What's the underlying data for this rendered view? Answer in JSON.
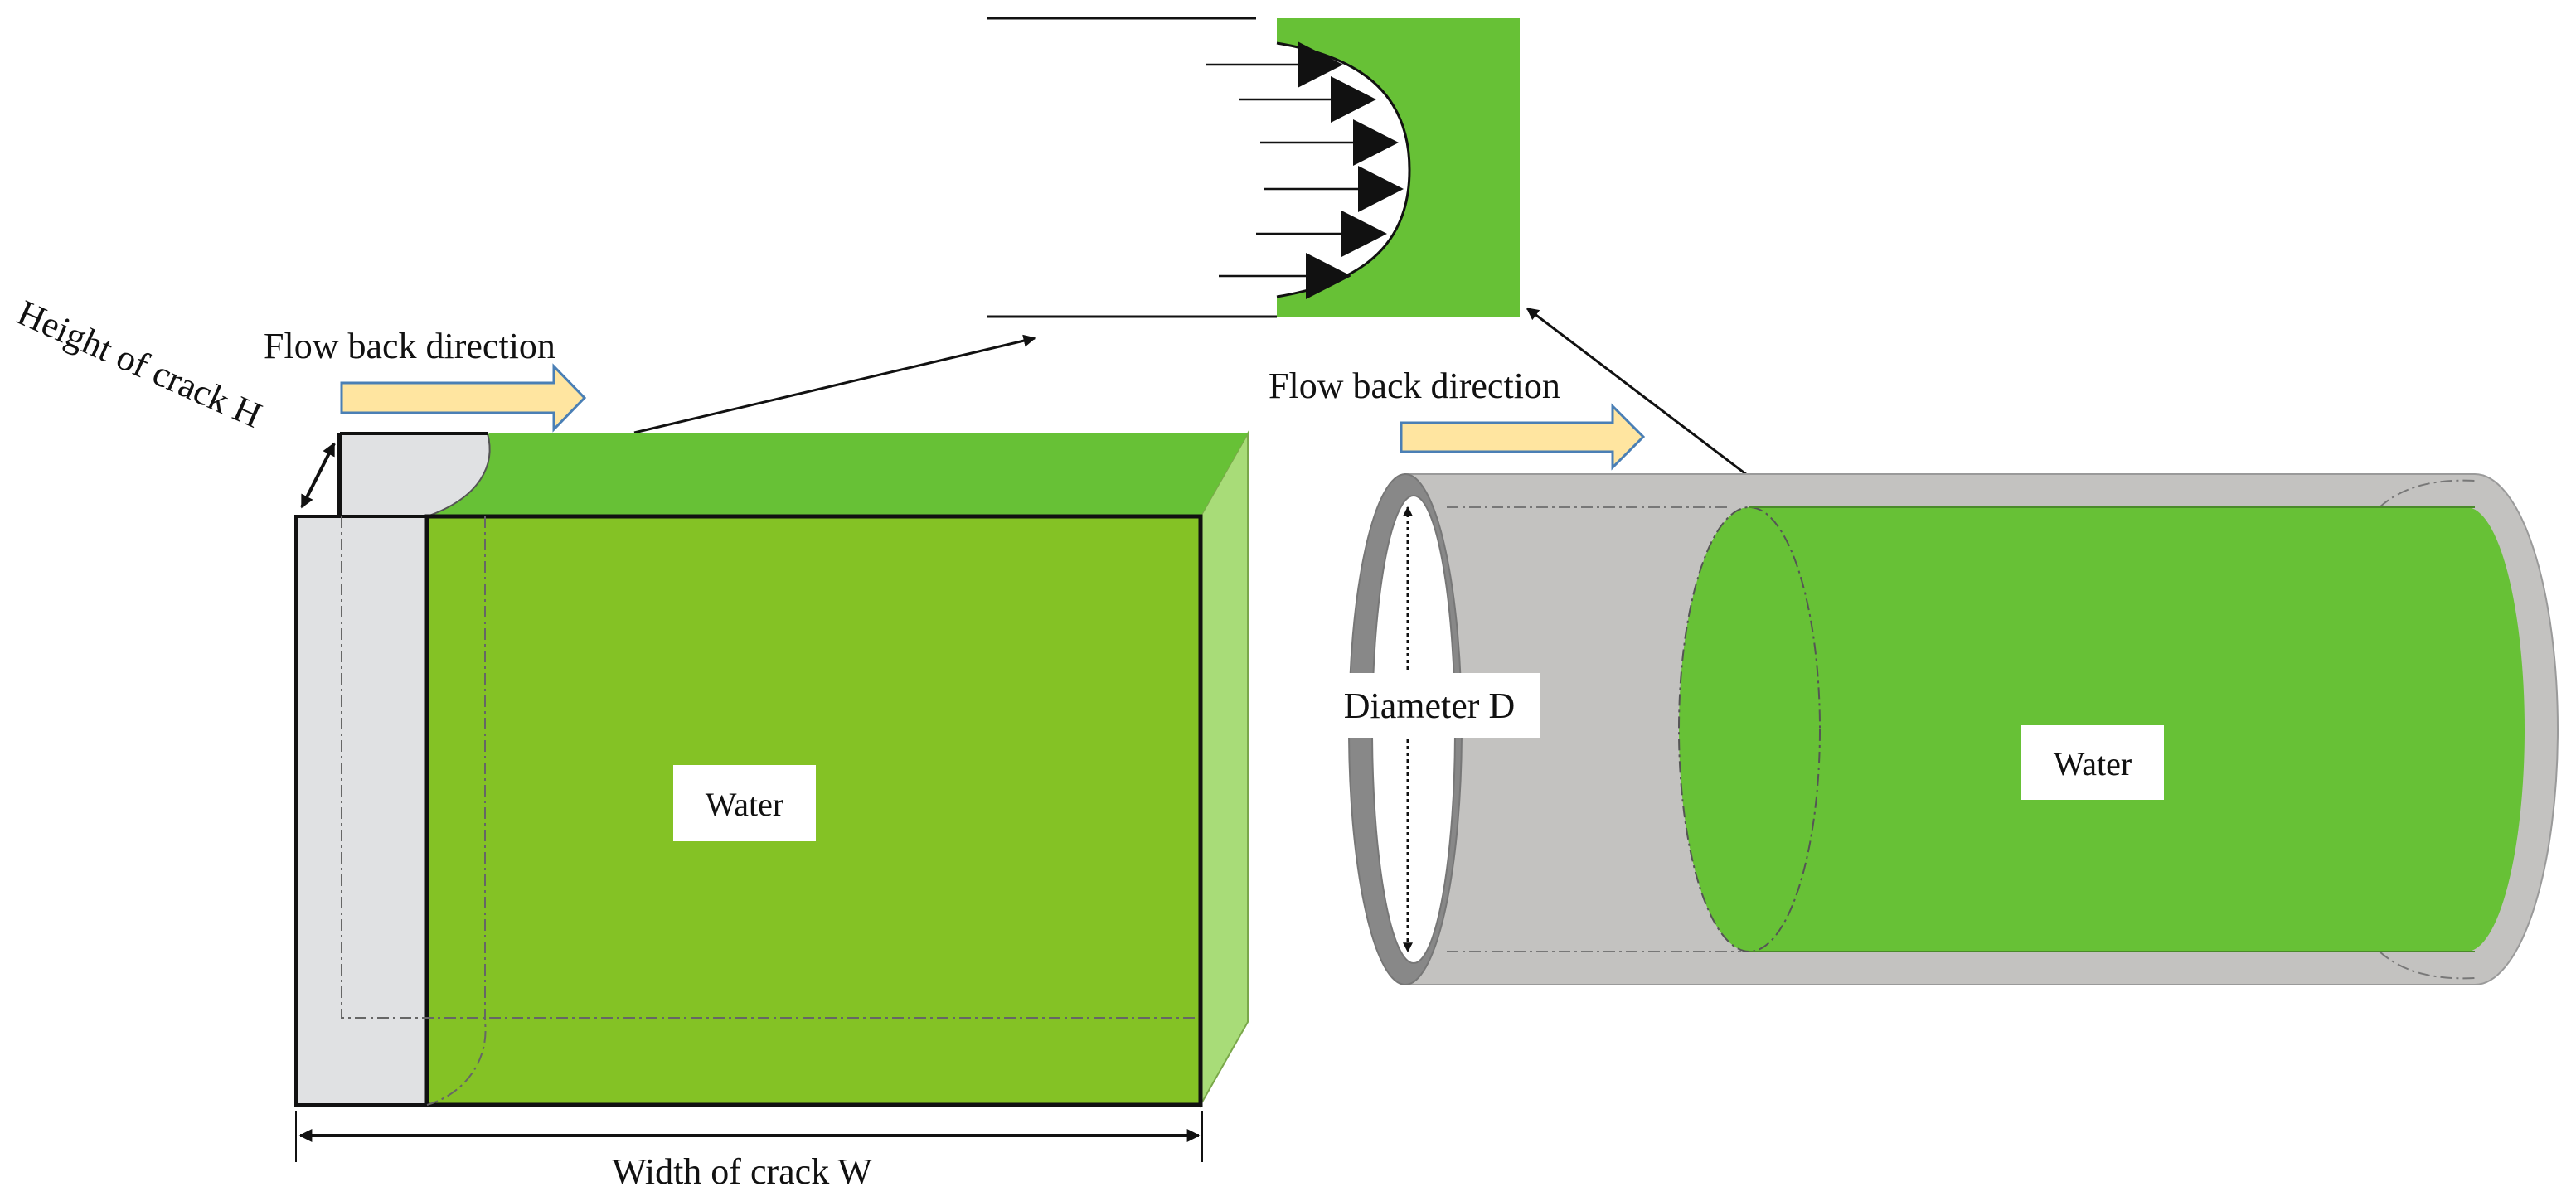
{
  "labels": {
    "flow_left": "Flow back direction",
    "flow_right": "Flow back direction",
    "height": "Height of crack H",
    "width": "Width of  crack W",
    "diameter": "Diameter  D",
    "water_left": "Water",
    "water_right": "Water"
  },
  "colors": {
    "water": "#84c225",
    "water_top": "#67c136",
    "water_side": "#a8dc78",
    "wall": "#e0e1e3",
    "pipe_gray": "#c3c2c0",
    "pipe_dark": "#888888",
    "arrow_fill": "#ffe5a0",
    "arrow_stroke": "#4a7fb5"
  }
}
